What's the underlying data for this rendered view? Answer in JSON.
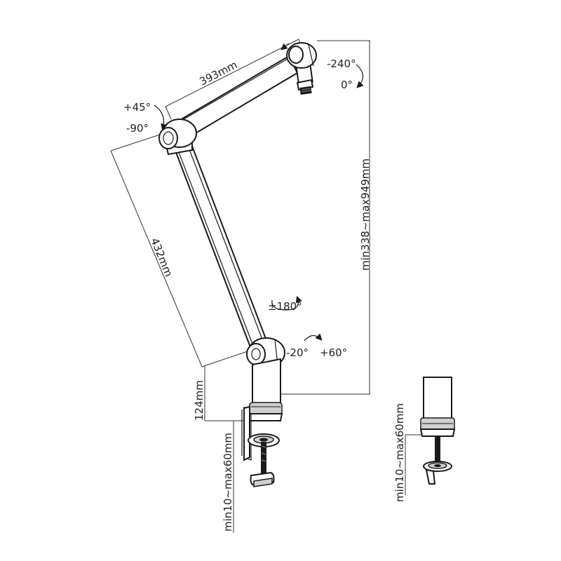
{
  "dimensions": {
    "upper_arm": "393mm",
    "lower_arm": "432mm",
    "height": "min338~max949mm",
    "base": "124mm",
    "clamp_main": "min10~max60mm",
    "clamp_detail": "min10~max60mm"
  },
  "angles": {
    "tilt_top_up": "+45°",
    "tilt_top_down": "-90°",
    "head_swivel_a": "-240°",
    "head_swivel_b": "0°",
    "base_rotation": "±180°",
    "lower_tilt_back": "-20°",
    "lower_tilt_forward": "+60°"
  }
}
